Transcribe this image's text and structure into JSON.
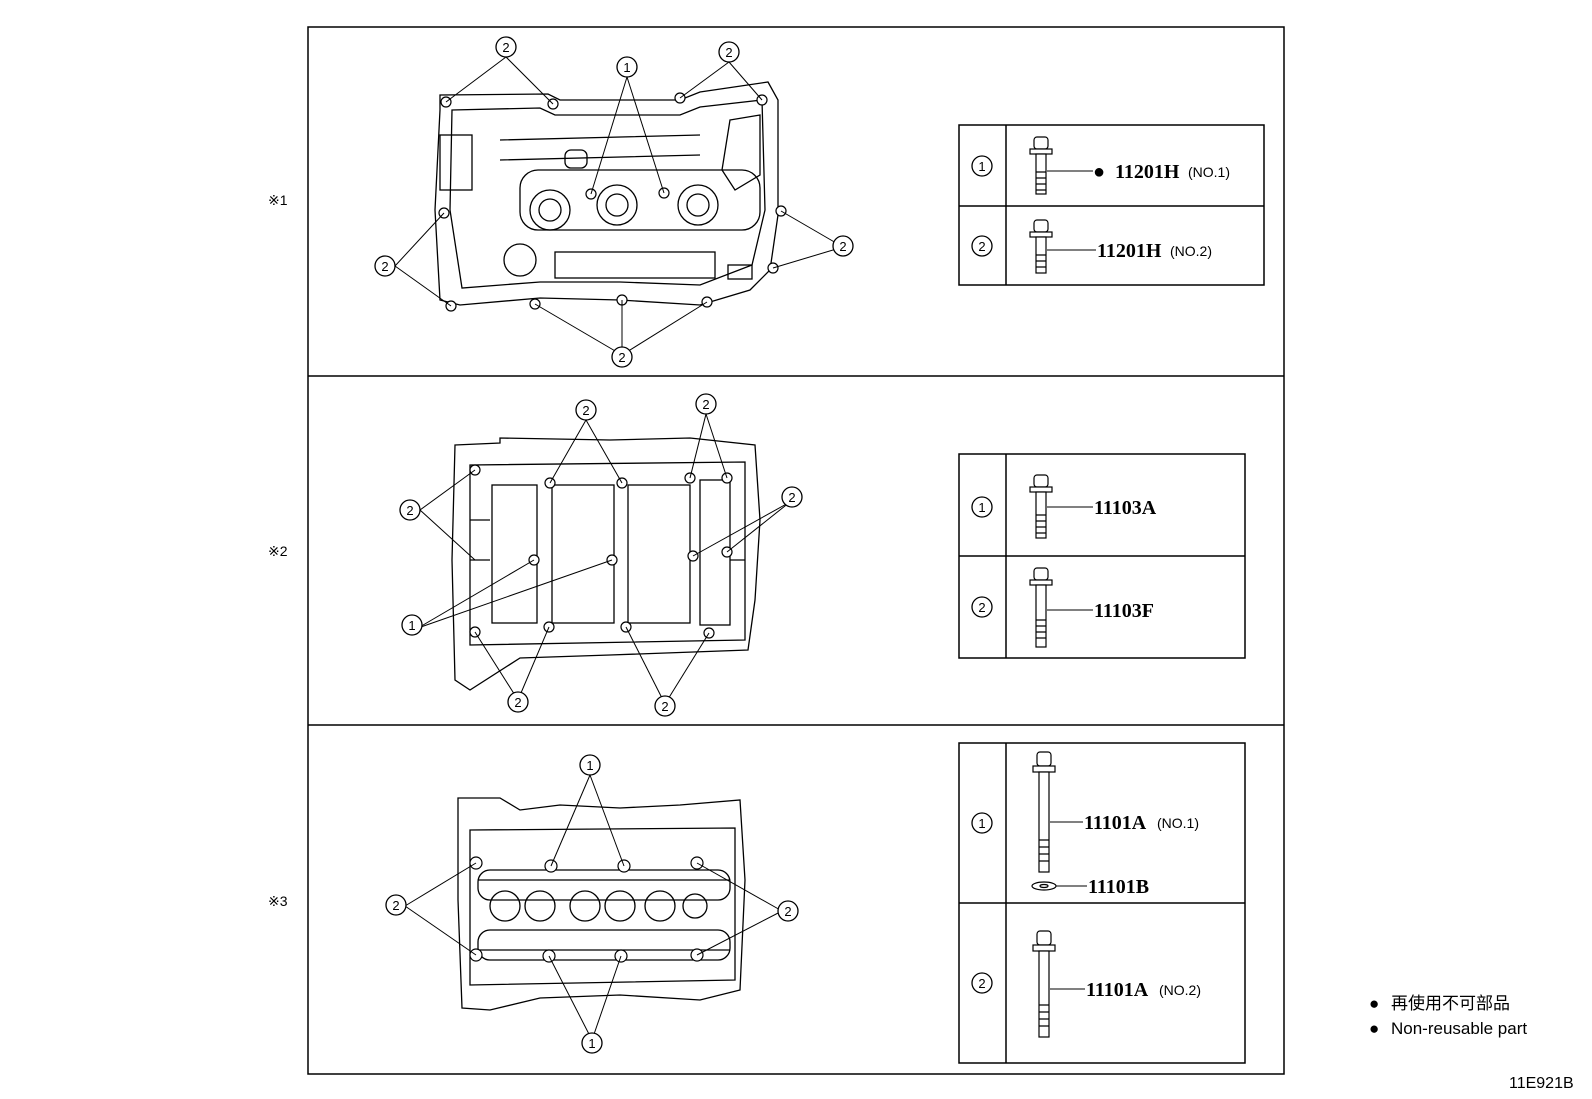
{
  "sections": [
    {
      "mark": "※1",
      "items": [
        {
          "callout": "1",
          "dot": "●",
          "part": "11201H",
          "suffix": "(NO.1)"
        },
        {
          "callout": "2",
          "dot": "",
          "part": "11201H",
          "suffix": "(NO.2)"
        }
      ]
    },
    {
      "mark": "※2",
      "items": [
        {
          "callout": "1",
          "dot": "",
          "part": "11103A",
          "suffix": ""
        },
        {
          "callout": "2",
          "dot": "",
          "part": "11103F",
          "suffix": ""
        }
      ]
    },
    {
      "mark": "※3",
      "items": [
        {
          "callout": "1",
          "dot": "",
          "part": "11101A",
          "suffix": "(NO.1)",
          "part2": "11101B"
        },
        {
          "callout": "2",
          "dot": "",
          "part": "11101A",
          "suffix": "(NO.2)"
        }
      ]
    }
  ],
  "callout_labels": {
    "one": "1",
    "two": "2"
  },
  "legend": {
    "symbol": "●",
    "jp": "再使用不可部品",
    "en": "Non-reusable part"
  },
  "figure_code": "11E921B"
}
